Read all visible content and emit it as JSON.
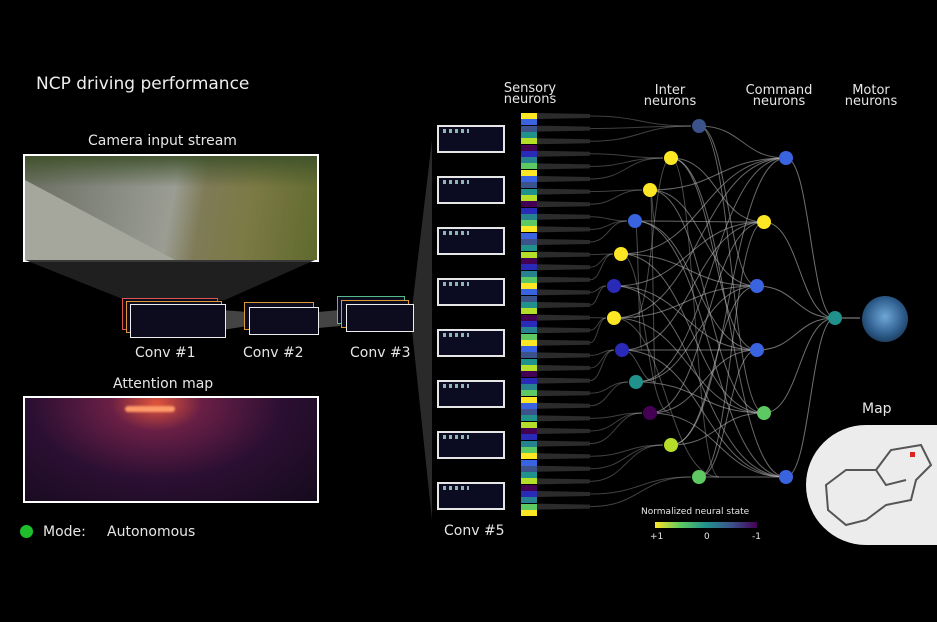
{
  "title": "NCP driving performance",
  "camera_label": "Camera input stream",
  "attention_label": "Attention map",
  "conv_labels": [
    "Conv #1",
    "Conv #2",
    "Conv #3",
    "Conv #5"
  ],
  "mode": {
    "label": "Mode:",
    "value": "Autonomous",
    "indicator_color": "#1fbf2c"
  },
  "columns": {
    "sensory": "Sensory neurons",
    "inter": "Inter neurons",
    "command": "Command neurons",
    "motor": "Motor neurons"
  },
  "colorbar": {
    "title": "Normalized neural state",
    "ticks": [
      "+1",
      "0",
      "-1"
    ]
  },
  "map_label": "Map",
  "node_colors": [
    "#fde725",
    "#b5de2b",
    "#5ec962",
    "#21918c",
    "#26828e",
    "#3b528b",
    "#2a2ab8",
    "#3a63e0",
    "#440154"
  ]
}
